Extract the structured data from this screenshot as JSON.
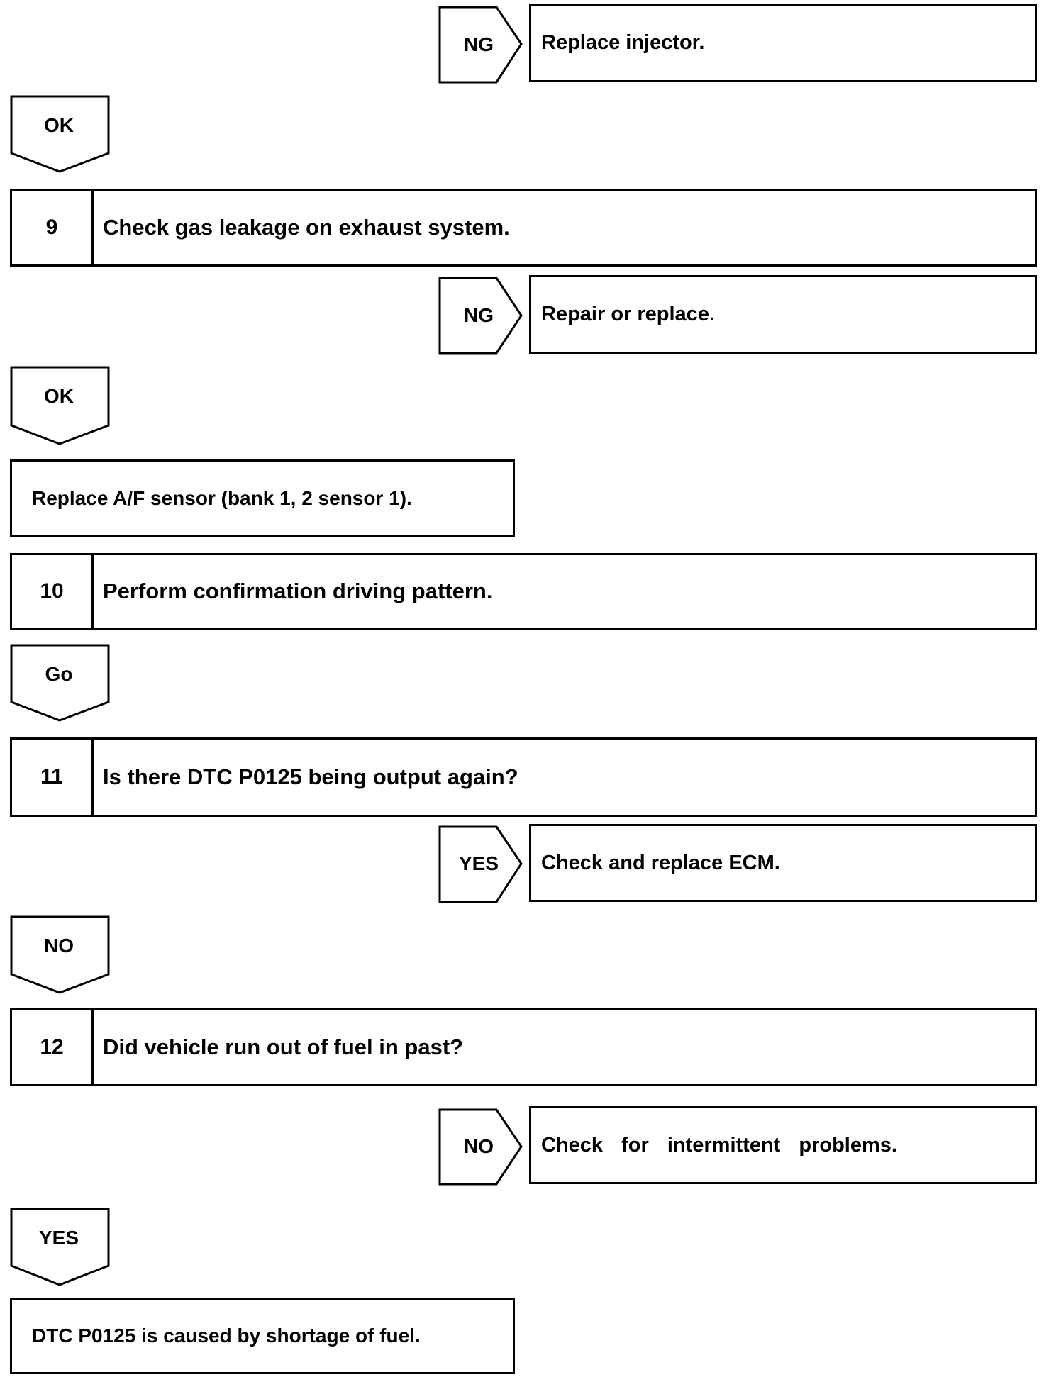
{
  "flowchart": {
    "branch_1": {
      "label": "NG",
      "result": "Replace injector."
    },
    "down_1": {
      "label": "OK"
    },
    "step_9": {
      "number": "9",
      "text": "Check gas leakage on exhaust system."
    },
    "branch_2": {
      "label": "NG",
      "result": "Repair or replace."
    },
    "down_2": {
      "label": "OK"
    },
    "action_1": {
      "text": "Replace A/F sensor (bank 1, 2 sensor 1)."
    },
    "step_10": {
      "number": "10",
      "text": "Perform confirmation driving pattern."
    },
    "down_3": {
      "label": "Go"
    },
    "step_11": {
      "number": "11",
      "text": "Is there DTC P0125 being output again?"
    },
    "branch_3": {
      "label": "YES",
      "result": "Check and replace ECM."
    },
    "down_4": {
      "label": "NO"
    },
    "step_12": {
      "number": "12",
      "text": "Did vehicle run out of fuel in past?"
    },
    "branch_4": {
      "label": "NO",
      "result": "Check for intermittent problems."
    },
    "down_5": {
      "label": "YES"
    },
    "action_2": {
      "text": "DTC P0125 is caused by shortage of fuel."
    }
  }
}
